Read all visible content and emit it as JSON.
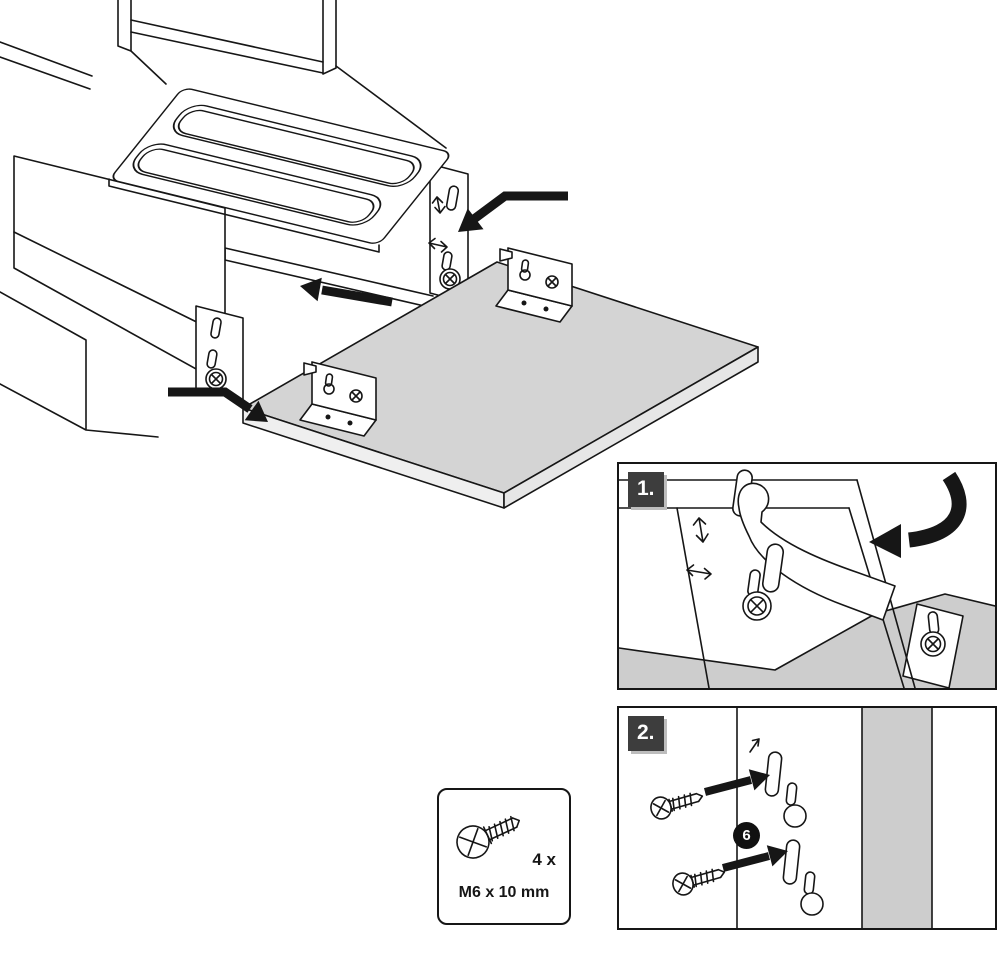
{
  "sheet": {
    "type": "furniture-assembly-instructions",
    "steps": [
      {
        "label": "1."
      },
      {
        "label": "2.",
        "part_callout": "6"
      }
    ],
    "hardware": {
      "quantity": "4 x",
      "size": "M6 x 10 mm"
    },
    "colors": {
      "line": "#161616",
      "panel_gray": "#d4d4d4",
      "panel_side_gray": "#efefef",
      "inset_panel_gray": "#cdcdcd",
      "step_label_bg": "#3d3d3d",
      "step_label_fg": "#ffffff",
      "callout_bg": "#111111"
    },
    "icons": [
      "height-adjust-arrows-icon",
      "side-adjust-arrows-icon",
      "rotate-hook-arrow-icon",
      "insertion-arrow-icon",
      "screw-icon",
      "keyhole-slot-icon"
    ]
  }
}
